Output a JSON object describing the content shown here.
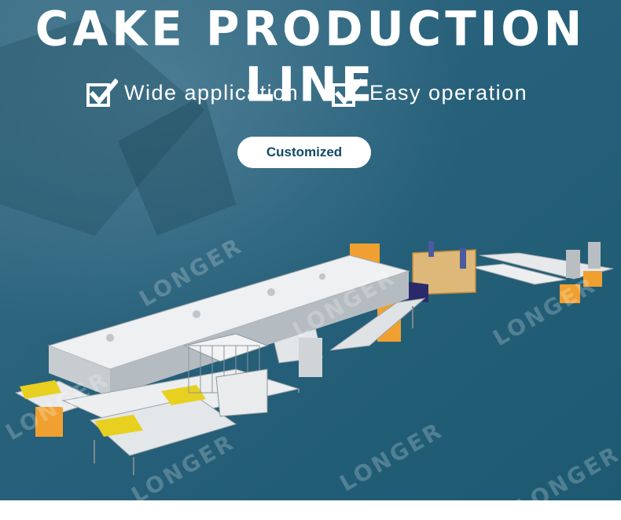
{
  "title": "CAKE PRODUCTION LINE",
  "features": [
    {
      "label": "Wide application",
      "icon": "checkbox-checked-icon"
    },
    {
      "label": "Easy operation",
      "icon": "checkbox-checked-icon"
    }
  ],
  "button": {
    "label": "Customized"
  },
  "watermark": "LONGER",
  "colors": {
    "background": "#215a73",
    "background_light": "#3a6f86",
    "button_text": "#0f4a66",
    "machine_body": "#d9dde0",
    "orange": "#f0a030",
    "yellow_tray": "#e8d020",
    "navy_unit": "#2a2a6a"
  }
}
